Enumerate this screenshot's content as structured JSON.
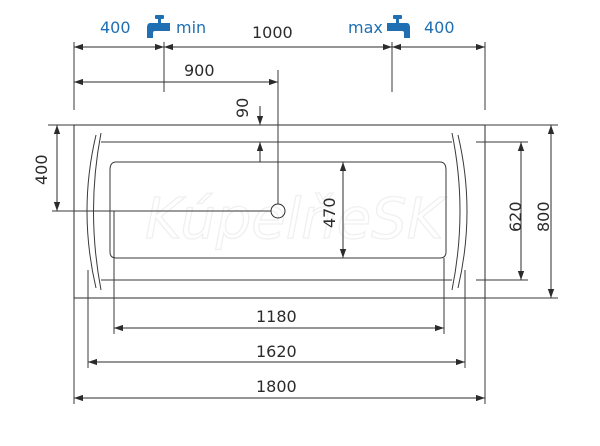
{
  "labels": {
    "faucet_left_offset": "400",
    "faucet_min": "min",
    "faucet_span": "1000",
    "faucet_max": "max",
    "faucet_right_offset": "400",
    "drain_x": "900",
    "drain_top": "90",
    "drain_y": "400",
    "inner_depth": "470",
    "inner_width_620": "620",
    "outer_width": "800",
    "inner_length": "1180",
    "rim_length": "1620",
    "outer_length": "1800"
  },
  "watermark": "KúpelňeSK",
  "colors": {
    "line": "#2b2b2b",
    "accent": "#1f6fb2"
  },
  "icons": {
    "faucet": "faucet-icon"
  }
}
